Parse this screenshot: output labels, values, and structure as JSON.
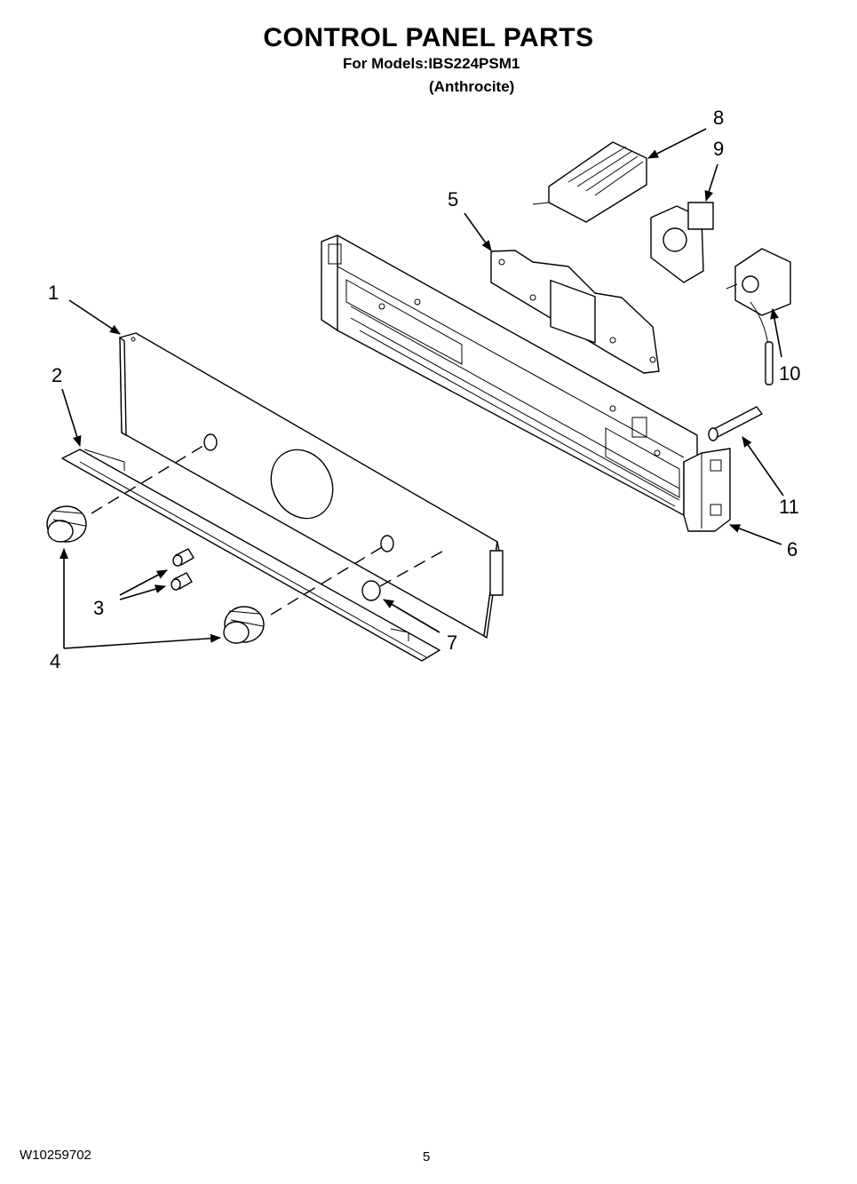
{
  "header": {
    "title": "CONTROL PANEL PARTS",
    "models": "For Models:IBS224PSM1",
    "variant": "(Anthrocite)"
  },
  "footer": {
    "doc_number": "W10259702",
    "page_number": "5"
  },
  "callouts": [
    "1",
    "2",
    "3",
    "4",
    "5",
    "6",
    "7",
    "8",
    "9",
    "10",
    "11"
  ]
}
